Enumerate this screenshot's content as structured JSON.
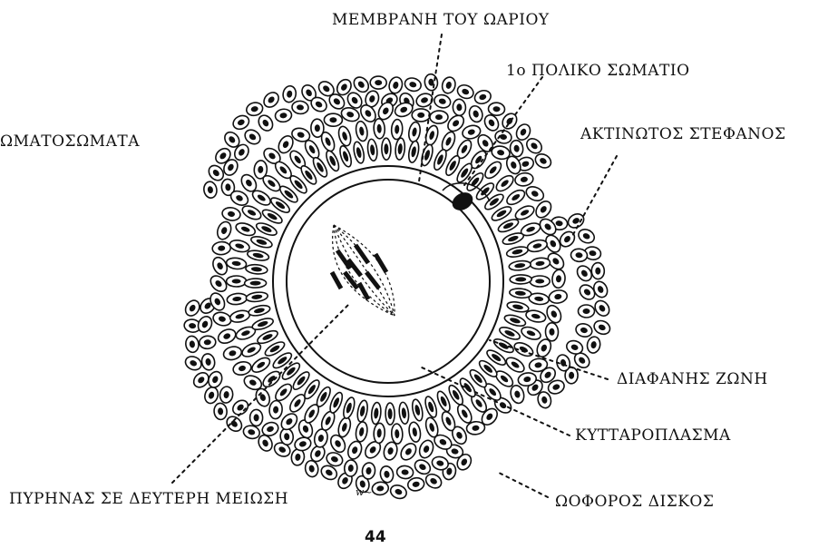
{
  "labels": {
    "membrane": "ΜΕΜΒΡΑΝΗ ΤΟΥ ΩΑΡΙΟΥ",
    "polar_body": "1ο ΠΟΛΙΚΟ ΣΩΜΑΤΙΟ",
    "somatosomata": "ΩΜΑΤΟΣΩΜΑΤΑ",
    "corona": "ΑΚΤΙΝΩΤΟΣ ΣΤΕΦΑΝΟΣ",
    "zona": "ΔΙΑΦΑΝΗΣ ΖΩΝΗ",
    "cytoplasm": "ΚΥΤΤΑΡΟΠΛΑΣΜΑ",
    "nucleus": "ΠΥΡΗΝΑΣ ΣΕ ΔΕΥΤΕΡΗ ΜΕΙΩΣΗ",
    "cumulus": "ΩΟΦΟΡΟΣ ΔΙΣΚΟΣ"
  },
  "page_number": "44",
  "colors": {
    "ink": "#111111",
    "paper": "#ffffff"
  }
}
